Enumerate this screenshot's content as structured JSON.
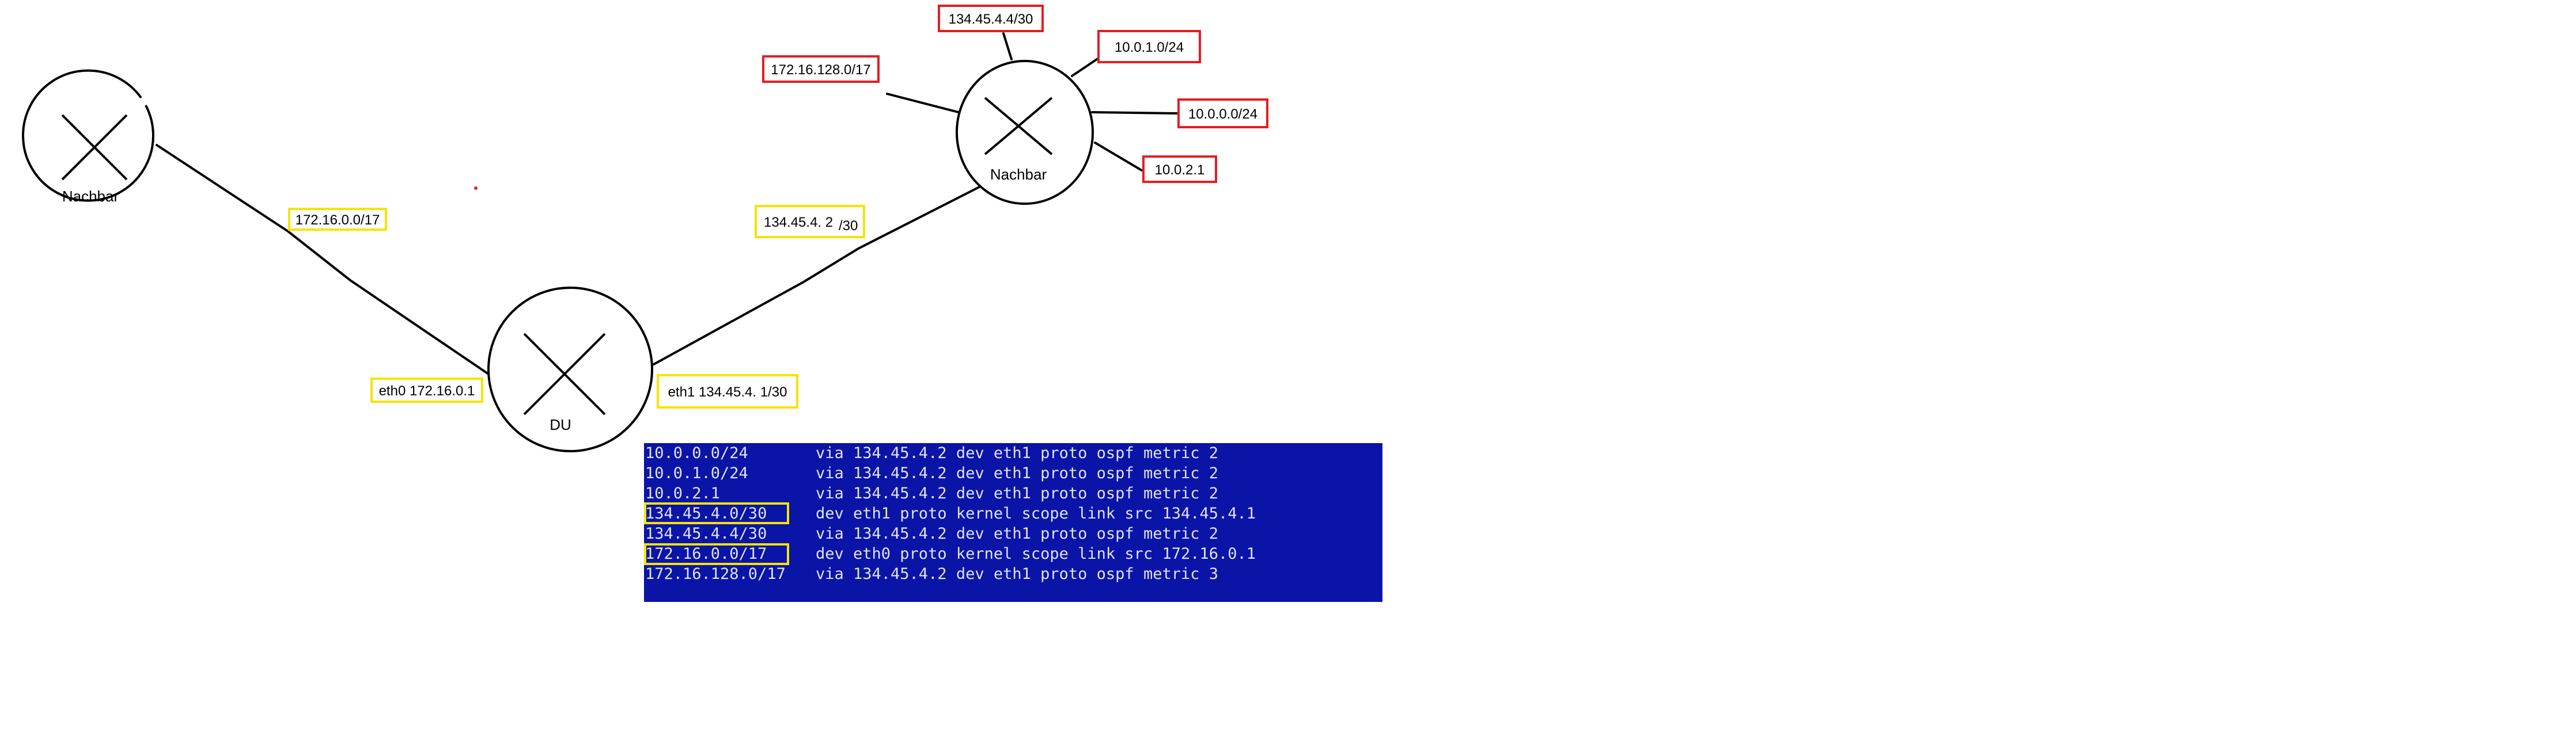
{
  "nodes": {
    "left_neighbor": "Nachbar",
    "center_du": "DU",
    "right_neighbor": "Nachbar"
  },
  "yellow_labels": {
    "left_link": "172.16.0.0/17",
    "du_eth0": "eth0  172.16.0.1",
    "du_eth1": "eth1  134.45.4. 1/30",
    "right_link_main": "134.45.4. 2",
    "right_link_suffix": "/30"
  },
  "red_labels": {
    "top": "134.45.4.4/30",
    "left": "172.16.128.0/17",
    "right_top": "10.0.1.0/24",
    "right_mid": "10.0.0.0/24",
    "right_bottom": "10.0.2.1"
  },
  "colors": {
    "yellow": "#f5e400",
    "red": "#e31e24",
    "terminal_bg": "#0a14a6",
    "terminal_text": "#dfe3f7"
  },
  "routes": [
    {
      "dest": "10.0.0.0/24",
      "info": "via 134.45.4.2 dev eth1 proto ospf metric 2",
      "highlight": false
    },
    {
      "dest": "10.0.1.0/24",
      "info": "via 134.45.4.2 dev eth1 proto ospf metric 2",
      "highlight": false
    },
    {
      "dest": "10.0.2.1",
      "info": "via 134.45.4.2 dev eth1 proto ospf metric 2",
      "highlight": false
    },
    {
      "dest": "134.45.4.0/30",
      "info": "dev eth1 proto kernel scope link src 134.45.4.1",
      "highlight": true
    },
    {
      "dest": "134.45.4.4/30",
      "info": "via 134.45.4.2 dev eth1 proto ospf metric 2",
      "highlight": false
    },
    {
      "dest": "172.16.0.0/17",
      "info": "dev eth0 proto kernel scope link src 172.16.0.1",
      "highlight": true
    },
    {
      "dest": "172.16.128.0/17",
      "info": "via 134.45.4.2 dev eth1 proto ospf metric 3",
      "highlight": false
    }
  ]
}
